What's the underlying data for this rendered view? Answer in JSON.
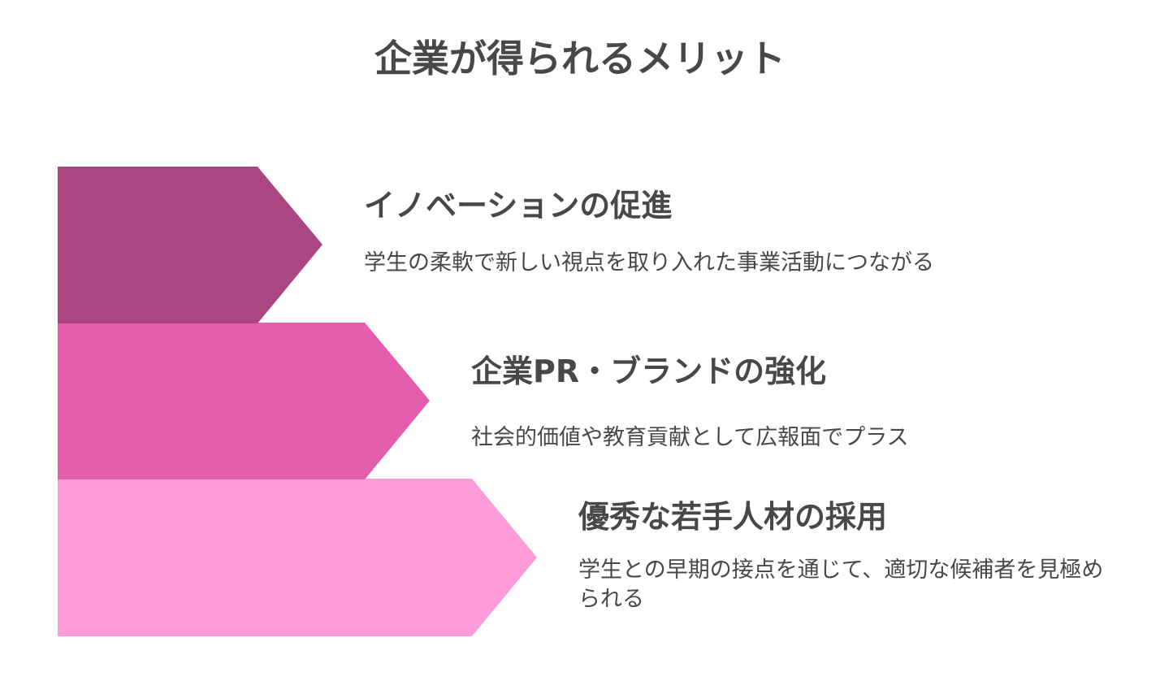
{
  "title": "企業が得られるメリット",
  "colors": {
    "step1": "#AA4783",
    "step2": "#E55DAD",
    "step3": "#FD9CD8",
    "text": "#484848"
  },
  "items": [
    {
      "title": "イノベーションの促進",
      "description": "学生の柔軟で新しい視点を取り入れた事業活動につながる"
    },
    {
      "title": "企業PR・ブランドの強化",
      "description": "社会的価値や教育貢献として広報面でプラス"
    },
    {
      "title": "優秀な若手人材の採用",
      "description": "学生との早期の接点を通じて、適切な候補者を見極められる"
    }
  ]
}
